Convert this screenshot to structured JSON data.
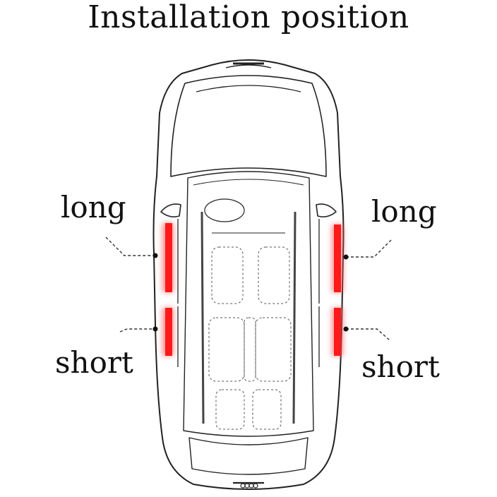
{
  "title": "Installation position",
  "labels": {
    "left_long": "long",
    "right_long": "long",
    "left_short": "short",
    "right_short": "short"
  },
  "colors": {
    "strip": "#ff1a1a",
    "strip_glow": "#ff6b6b",
    "outline": "#222222",
    "leader": "#333333"
  }
}
